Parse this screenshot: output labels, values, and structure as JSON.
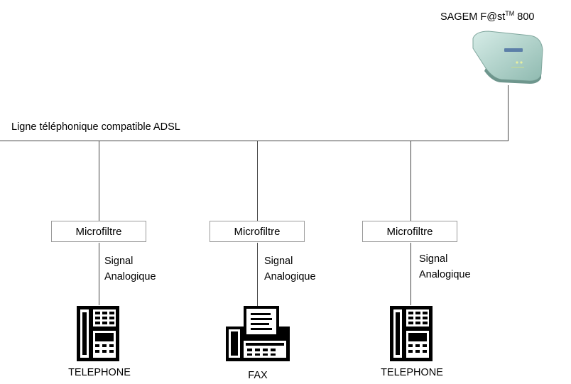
{
  "modem": {
    "name_prefix": "SAGEM F@st",
    "trademark": "TM",
    "model": " 800",
    "icon": "adsl-modem-icon"
  },
  "line": {
    "label": "Ligne téléphonique compatible ADSL"
  },
  "branches": [
    {
      "filter_label": "Microfiltre",
      "signal_line1": "Signal",
      "signal_line2": "Analogique",
      "device_label": "TELEPHONE",
      "device_icon": "telephone-icon"
    },
    {
      "filter_label": "Microfiltre",
      "signal_line1": "Signal",
      "signal_line2": "Analogique",
      "device_label": "FAX",
      "device_icon": "fax-icon"
    },
    {
      "filter_label": "Microfiltre",
      "signal_line1": "Signal",
      "signal_line2": "Analogique",
      "device_label": "TELEPHONE",
      "device_icon": "telephone-icon"
    }
  ],
  "colors": {
    "line": "#444444",
    "box_border": "#9a9a9a",
    "modem_body": "#a9cfc7"
  }
}
